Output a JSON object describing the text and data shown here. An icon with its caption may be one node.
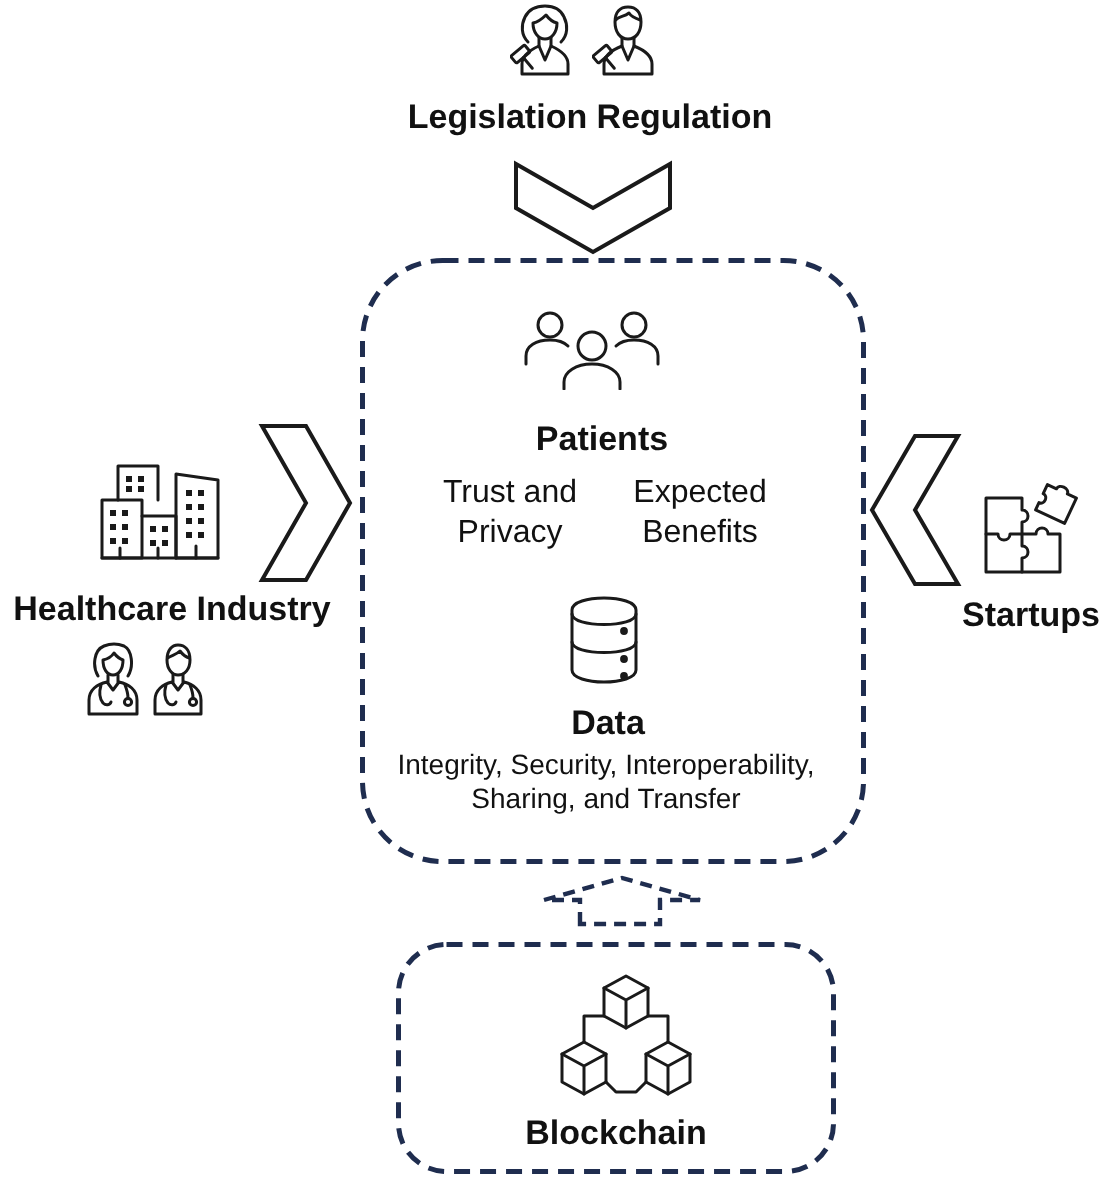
{
  "diagram": {
    "nodes": [
      {
        "text": [
          "Legislation Regulation"
        ]
      },
      {
        "text": [
          "Patients",
          "Trust and Privacy",
          "Expected Benefits",
          "Data",
          "Integrity, Security, Interoperability, Sharing, and Transfer"
        ]
      },
      {
        "text": [
          "Healthcare Industry"
        ]
      },
      {
        "text": [
          "Startups"
        ]
      },
      {
        "text": [
          "Blockchain"
        ]
      }
    ],
    "edges": [
      {
        "from": 0,
        "to": 1,
        "arrow": "to"
      },
      {
        "from": 2,
        "to": 1,
        "arrow": "to"
      },
      {
        "from": 3,
        "to": 1,
        "arrow": "to"
      },
      {
        "from": 4,
        "to": 1,
        "arrow": "to",
        "style": "dashed",
        "color": "#1f2d4f"
      }
    ]
  }
}
